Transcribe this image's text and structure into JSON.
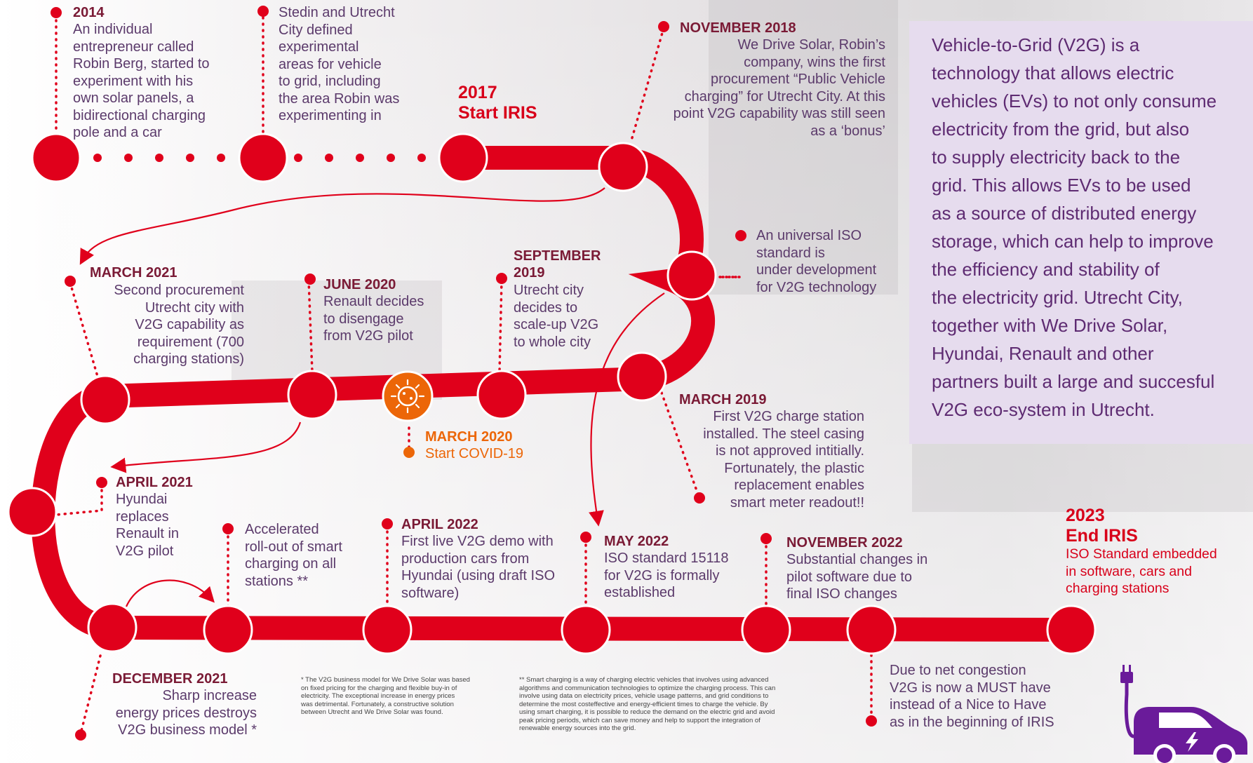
{
  "colors": {
    "track": "#e0001b",
    "dots": "#e0001b",
    "covid": "#ec6608",
    "purple": "#6a1b9a",
    "info_bg": "#e6dcee"
  },
  "events": {
    "e2014": {
      "date": "2014",
      "text": "An individual\nentrepreneur called\nRobin Berg, started to\nexperiment with his\nown solar panels, a\nbidirectional charging\npole and a car"
    },
    "stedin": {
      "text": "Stedin and Utrecht\nCity defined\nexperimental\nareas for vehicle\nto grid, including\nthe area Robin was\nexperimenting in"
    },
    "start_iris": {
      "title": "2017\nStart IRIS"
    },
    "nov2018": {
      "date": "NOVEMBER 2018",
      "text": "We Drive Solar, Robin’s\ncompany, wins the first\nprocurement “Public Vehicle\ncharging” for Utrecht City. At this\npoint V2G capability was still seen\nas a ‘bonus’"
    },
    "iso_dev": {
      "text": "An universal ISO\nstandard is\nunder development\nfor V2G technology"
    },
    "mar2019": {
      "date": "MARCH 2019",
      "text": "First V2G charge station\ninstalled. The steel casing\nis not approved intitially.\nFortunately, the plastic\nreplacement enables\nsmart meter readout!!"
    },
    "sep2019": {
      "date": "SEPTEMBER\n2019",
      "text": "Utrecht city\ndecides to\nscale-up V2G\nto whole city"
    },
    "covid": {
      "date": "MARCH 2020",
      "text": "Start COVID-19"
    },
    "jun2020": {
      "date": "JUNE 2020",
      "text": "Renault decides\nto disengage\nfrom V2G pilot"
    },
    "mar2021": {
      "date": "MARCH 2021",
      "text": "Second procurement\nUtrecht city with\nV2G capability as\nrequirement (700\ncharging stations)"
    },
    "apr2021": {
      "date": "APRIL 2021",
      "text": "Hyundai\nreplaces\nRenault in\nV2G pilot"
    },
    "rollout": {
      "text": "Accelerated\nroll-out of smart\ncharging on all\nstations **"
    },
    "dec2021": {
      "date": "DECEMBER 2021",
      "text": "Sharp increase\nenergy prices destroys\nV2G business model *"
    },
    "apr2022": {
      "date": "APRIL 2022",
      "text": "First live V2G demo with\nproduction cars from\nHyundai (using draft ISO\nsoftware)"
    },
    "may2022": {
      "date": "MAY 2022",
      "text": "ISO standard 15118\nfor V2G is formally\nestablished"
    },
    "nov2022": {
      "date": "NOVEMBER 2022",
      "text": "Substantial changes in\npilot software due to\nfinal ISO changes"
    },
    "net": {
      "text": "Due to net congestion\nV2G is now a MUST have\ninstead of a Nice to Have\nas in the beginning of IRIS"
    },
    "end_iris": {
      "title": "2023\nEnd IRIS",
      "text": "ISO Standard embedded\nin software, cars and\ncharging stations"
    }
  },
  "info": {
    "text": "Vehicle-to-Grid (V2G) is a\ntechnology that allows electric\nvehicles (EVs) to not only consume\nelectricity from the grid, but also\nto supply electricity back to the\ngrid. This allows EVs to be used\nas a source of distributed energy\nstorage, which can help to improve\nthe efficiency and stability of\nthe electricity grid. Utrecht City,\ntogether with We Drive Solar,\nHyundai, Renault and other\npartners built a large and succesful\nV2G eco-system in Utrecht."
  },
  "footnotes": {
    "star": "* The V2G business model for We Drive Solar was based\non fixed pricing for the charging and flexible buy-in of\nelectricity. The exceptional increase in energy prices\nwas detrimental. Fortunately, a constructive solution\nbetween Utrecht and We Drive Solar was found.",
    "double_star": "** Smart charging is a way of charging electric vehicles that involves using advanced\nalgorithms and communication technologies to optimize the charging process. This can\ninvolve using data on electricity prices, vehicle usage patterns, and grid conditions to\ndetermine the most costeffective and energy-efficient times to charge the vehicle. By\nusing smart charging, it is possible to reduce the demand on the electric grid and avoid\npeak pricing periods, which can save money and help to support the integration of\nrenewable energy sources into the grid."
  },
  "icons": {
    "covid": "virus-icon",
    "car": "ev-car-charging-icon"
  }
}
